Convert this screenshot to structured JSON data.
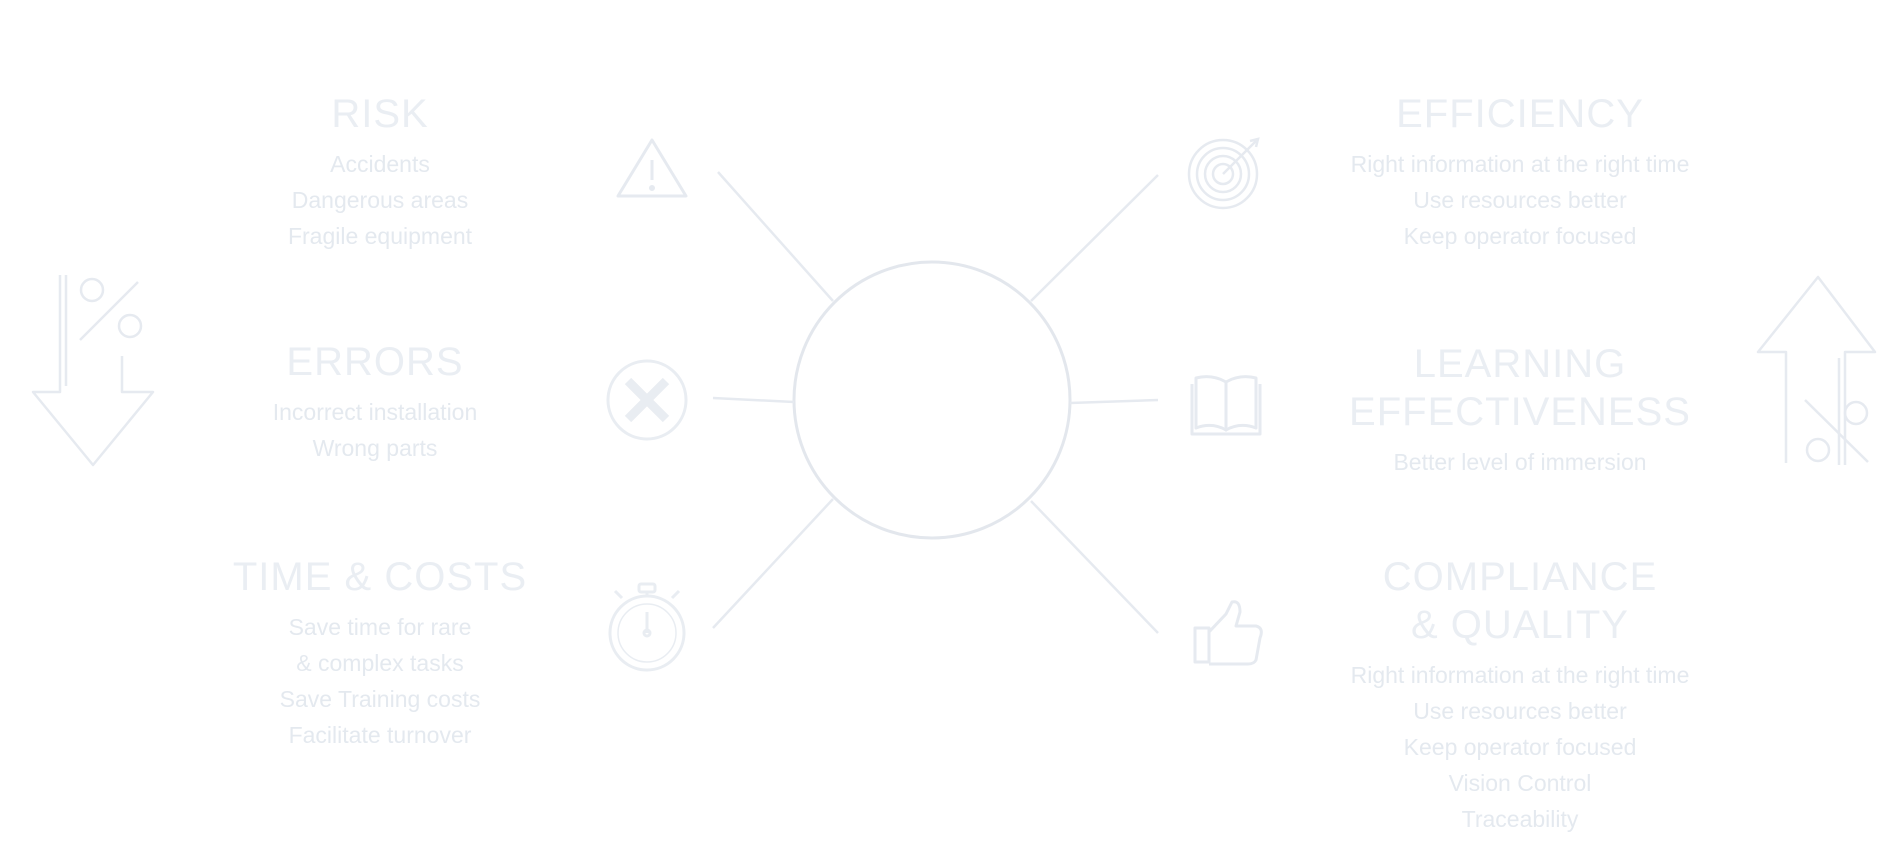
{
  "left_sections": [
    {
      "title": "RISK",
      "items": [
        "Accidents",
        "Dangerous areas",
        "Fragile equipment"
      ],
      "icon": "warning-triangle-icon"
    },
    {
      "title": "ERRORS",
      "items": [
        "Incorrect installation",
        "Wrong parts"
      ],
      "icon": "x-circle-icon"
    },
    {
      "title": "TIME & COSTS",
      "items": [
        "Save time for rare",
        "& complex tasks",
        "Save Training costs",
        "Facilitate turnover"
      ],
      "icon": "stopwatch-icon"
    }
  ],
  "right_sections": [
    {
      "title": "EFFICIENCY",
      "items": [
        "Right information at the right time",
        "Use resources better",
        "Keep operator focused"
      ],
      "icon": "target-icon"
    },
    {
      "title": "LEARNING\nEFFECTIVENESS",
      "items": [
        "Better level of immersion"
      ],
      "icon": "open-book-icon"
    },
    {
      "title": "COMPLIANCE\n& QUALITY",
      "items": [
        "Right information at the right time",
        "Use resources better",
        "Keep operator focused",
        "Vision Control",
        "Traceability"
      ],
      "icon": "thumbs-up-icon"
    }
  ],
  "decrease_icon": "percent-down-arrow-icon",
  "increase_icon": "percent-up-arrow-icon",
  "colors": {
    "line": "#e6eaf0",
    "text": "#e9edf2",
    "background": "#ffffff"
  }
}
